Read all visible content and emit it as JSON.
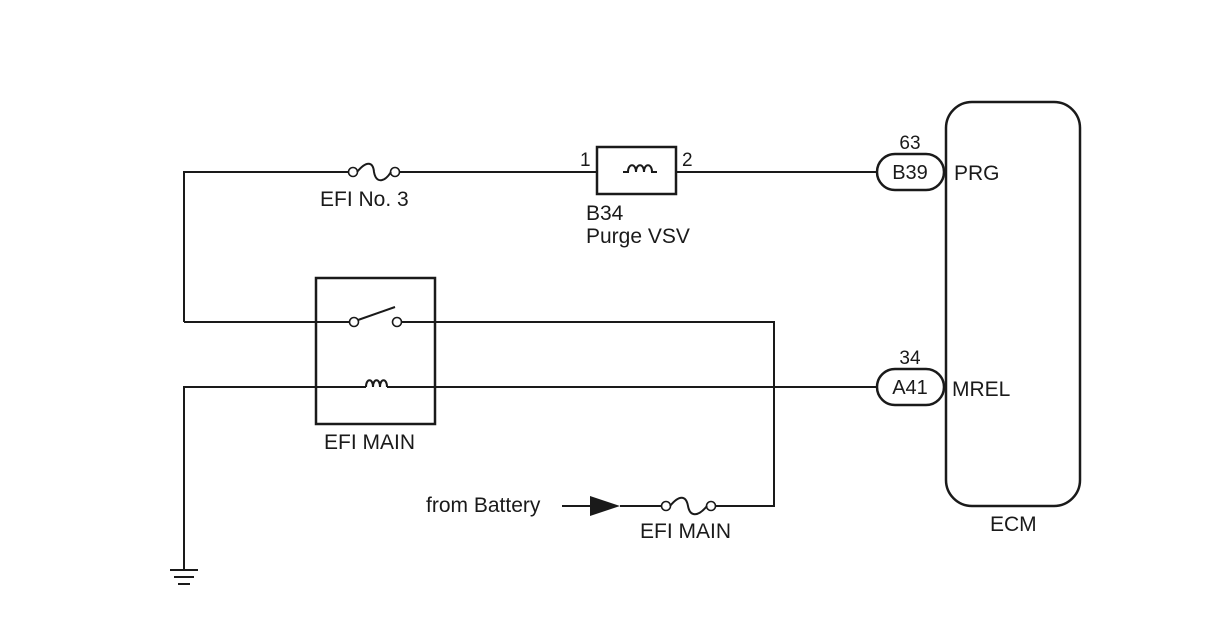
{
  "components": {
    "fuse_efi_no3": {
      "label": "EFI No. 3"
    },
    "purge_vsv": {
      "pin_left": "1",
      "pin_right": "2",
      "code": "B34",
      "name": "Purge VSV"
    },
    "efi_main_relay": {
      "label": "EFI MAIN"
    },
    "fuse_efi_main": {
      "label": "EFI MAIN"
    },
    "battery_source": {
      "label": "from Battery"
    },
    "ecm": {
      "label": "ECM"
    }
  },
  "connectors": [
    {
      "pin_number": "63",
      "code": "B39",
      "terminal": "PRG"
    },
    {
      "pin_number": "34",
      "code": "A41",
      "terminal": "MREL"
    }
  ]
}
